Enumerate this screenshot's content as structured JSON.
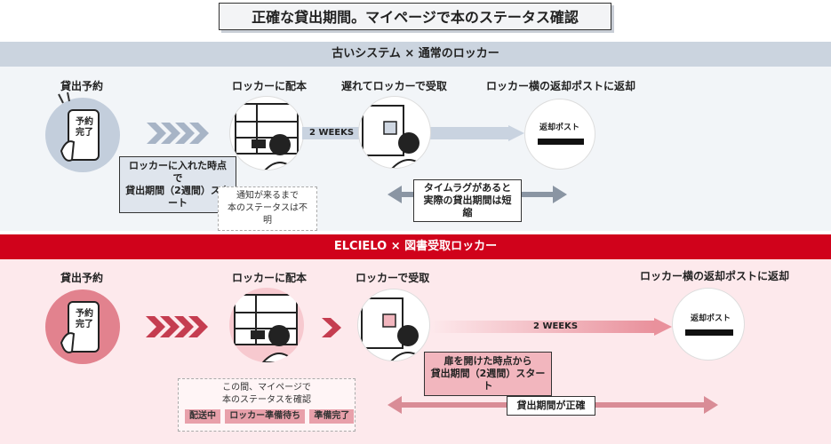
{
  "title": "正確な貸出期間。マイページで本のステータス確認",
  "section_old": {
    "header": "古いシステム × 通常のロッカー",
    "steps": [
      {
        "label": "貸出予約",
        "phone_text": "予約\n完了"
      },
      {
        "label": "ロッカーに配本"
      },
      {
        "label": "遅れてロッカーで受取"
      },
      {
        "label": "ロッカー横の返却ポストに返却",
        "post_text": "返却ポスト"
      }
    ],
    "period_label": "2 WEEKS",
    "callout": "ロッカーに入れた時点で\n貸出期間（2週間）スタート",
    "note": "通知が来るまで\n本のステータスは不明",
    "timelag": "タイムラグがあると\n実際の貸出期間は短縮"
  },
  "section_new": {
    "header": "ELCIELO × 図書受取ロッカー",
    "steps": [
      {
        "label": "貸出予約",
        "phone_text": "予約\n完了"
      },
      {
        "label": "ロッカーに配本"
      },
      {
        "label": "ロッカーで受取"
      },
      {
        "label": "ロッカー横の返却ポストに返却",
        "post_text": "返却ポスト"
      }
    ],
    "period_label": "2 WEEKS",
    "callout": "扉を開けた時点から\n貸出期間（2週間）スタート",
    "note": "この間、マイページで\n本のステータスを確認",
    "statuses": [
      "配送中",
      "ロッカー準備待ち",
      "準備完了"
    ],
    "accurate": "貸出期間が正確"
  },
  "colors": {
    "old_band": "#cbd4df",
    "old_bg": "#f2f5f8",
    "new_band": "#d0021b",
    "new_bg": "#fde9ec",
    "new_accent": "#d9535f"
  }
}
